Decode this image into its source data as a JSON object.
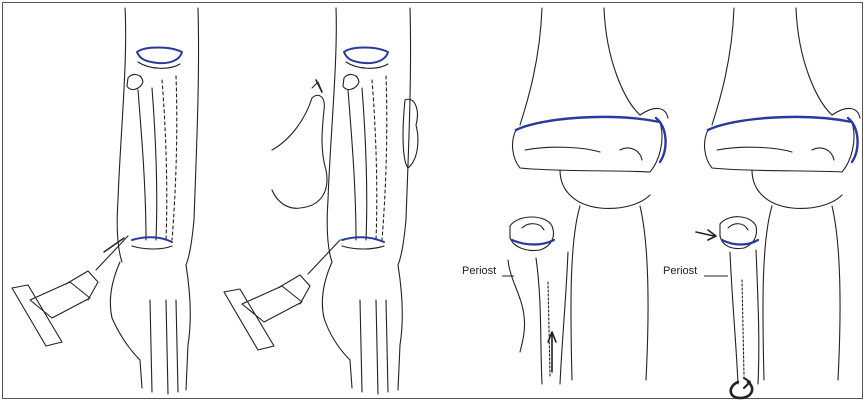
{
  "figure": {
    "labels": {
      "periost_left": "Periost",
      "periost_right": "Periost"
    }
  },
  "colors": {
    "outline": "#222222",
    "growth_plate": "#2a3a9a",
    "background": "#ffffff"
  },
  "icons": [
    "syringe",
    "hand",
    "arrow",
    "rotation-arrow"
  ]
}
